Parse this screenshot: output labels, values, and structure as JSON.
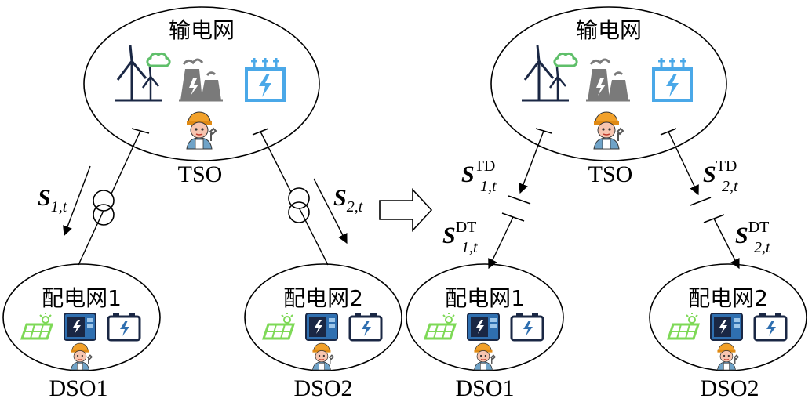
{
  "left": {
    "transmission": {
      "title": "输电网",
      "operator": "TSO"
    },
    "distribution": [
      {
        "title": "配电网1",
        "operator": "DSO1"
      },
      {
        "title": "配电网2",
        "operator": "DSO2"
      }
    ],
    "flows": [
      {
        "symbol": "S",
        "sub": "1,t"
      },
      {
        "symbol": "S",
        "sub": "2,t"
      }
    ]
  },
  "right": {
    "transmission": {
      "title": "输电网",
      "operator": "TSO"
    },
    "distribution": [
      {
        "title": "配电网1",
        "operator": "DSO1"
      },
      {
        "title": "配电网2",
        "operator": "DSO2"
      }
    ],
    "flows_td": [
      {
        "symbol": "S",
        "sup": "TD",
        "sub": "1,t"
      },
      {
        "symbol": "S",
        "sup": "TD",
        "sub": "2,t"
      }
    ],
    "flows_dt": [
      {
        "symbol": "S",
        "sup": "DT",
        "sub": "1,t"
      },
      {
        "symbol": "S",
        "sup": "DT",
        "sub": "2,t"
      }
    ]
  },
  "icon_colors": {
    "wind": "#1a2744",
    "cloud": "#5fbf6a",
    "thermal": "#7a7a7a",
    "substation": "#4aa8e8",
    "solar": "#7ed957",
    "storage": "#2f6fb0",
    "battery": "#1a2744"
  },
  "icons": {
    "transmission": [
      "wind-turbine-icon",
      "thermal-plant-icon",
      "substation-icon",
      "operator-icon"
    ],
    "distribution": [
      "solar-panel-icon",
      "energy-storage-icon",
      "battery-icon",
      "operator-icon"
    ]
  }
}
